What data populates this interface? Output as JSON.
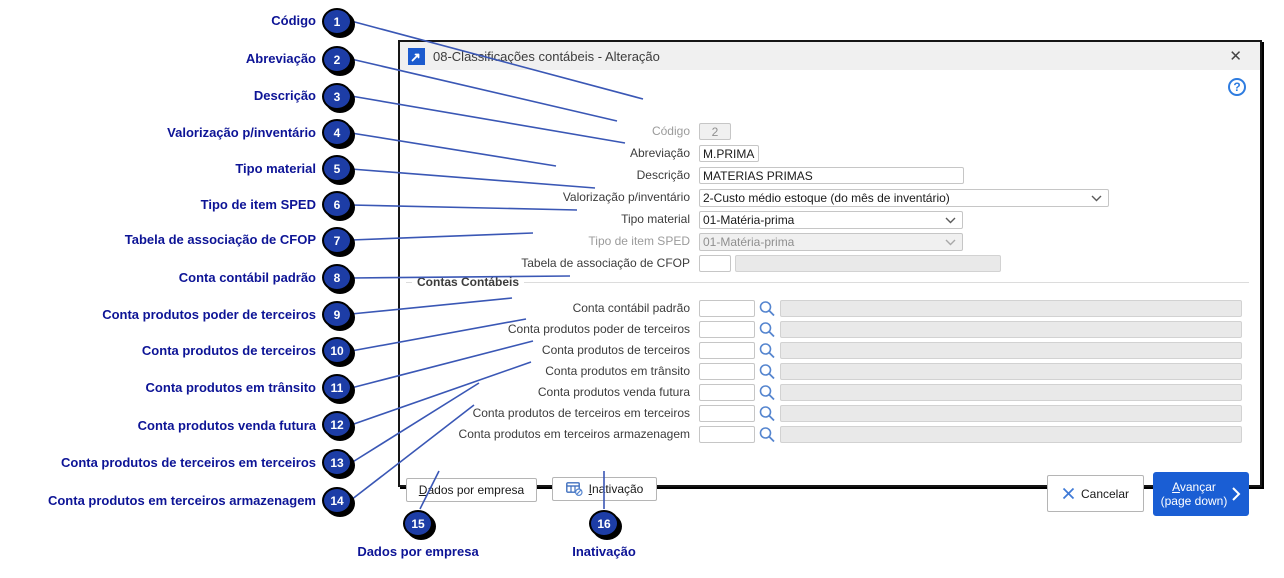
{
  "window": {
    "title": "08-Classificações contábeis - Alteração"
  },
  "icons": {
    "close": "✕",
    "help": "?"
  },
  "fields": {
    "codigo": {
      "label": "Código",
      "value": "2"
    },
    "abreviacao": {
      "label": "Abreviação",
      "value": "M.PRIMA"
    },
    "descricao": {
      "label": "Descrição",
      "value": "MATERIAS PRIMAS"
    },
    "valorizacao": {
      "label": "Valorização p/inventário",
      "value": "2-Custo médio estoque (do mês de inventário)"
    },
    "tipo_material": {
      "label": "Tipo material",
      "value": "01-Matéria-prima"
    },
    "tipo_item_sped": {
      "label": "Tipo de item SPED",
      "value": "01-Matéria-prima"
    },
    "tabela_cfop": {
      "label": "Tabela de associação de CFOP",
      "value": ""
    }
  },
  "group": {
    "legend": "Contas Contábeis"
  },
  "contas": [
    {
      "label": "Conta contábil padrão",
      "value": ""
    },
    {
      "label": "Conta produtos poder de terceiros",
      "value": ""
    },
    {
      "label": "Conta produtos de terceiros",
      "value": ""
    },
    {
      "label": "Conta produtos em trânsito",
      "value": ""
    },
    {
      "label": "Conta produtos venda futura",
      "value": ""
    },
    {
      "label": "Conta produtos de terceiros em terceiros",
      "value": ""
    },
    {
      "label": "Conta produtos em terceiros armazenagem",
      "value": ""
    }
  ],
  "buttons": {
    "dados_por_empresa": {
      "u": "D",
      "rest": "ados por empresa"
    },
    "inativacao": {
      "u": "I",
      "rest": "nativação"
    },
    "cancelar": {
      "label": "Cancelar"
    },
    "avancar": {
      "u": "A",
      "rest": "vançar",
      "line2": "(page down)"
    }
  },
  "callouts": [
    {
      "n": "1",
      "label": "Código"
    },
    {
      "n": "2",
      "label": "Abreviação"
    },
    {
      "n": "3",
      "label": "Descrição"
    },
    {
      "n": "4",
      "label": "Valorização p/inventário"
    },
    {
      "n": "5",
      "label": "Tipo material"
    },
    {
      "n": "6",
      "label": "Tipo de item SPED"
    },
    {
      "n": "7",
      "label": "Tabela de associação de CFOP"
    },
    {
      "n": "8",
      "label": "Conta contábil padrão"
    },
    {
      "n": "9",
      "label": "Conta produtos poder de terceiros"
    },
    {
      "n": "10",
      "label": "Conta produtos de terceiros"
    },
    {
      "n": "11",
      "label": "Conta produtos em trânsito"
    },
    {
      "n": "12",
      "label": "Conta produtos venda futura"
    },
    {
      "n": "13",
      "label": "Conta produtos de terceiros em terceiros"
    },
    {
      "n": "14",
      "label": "Conta produtos em terceiros armazenagem"
    },
    {
      "n": "15",
      "label": "Dados por empresa"
    },
    {
      "n": "16",
      "label": "Inativação"
    }
  ],
  "colors": {
    "callout_navy": "#0d1496",
    "badge_blue": "#1d3da6",
    "line_blue": "#3a57b5",
    "titlebar_gray": "#f0f0f0",
    "primary_blue": "#1a5ed4",
    "icon_blue": "#1c5bce",
    "magnifier_blue": "#5585cf",
    "disabled_bg": "#f0f0f0",
    "readonly_bg": "#e9e9e9"
  }
}
